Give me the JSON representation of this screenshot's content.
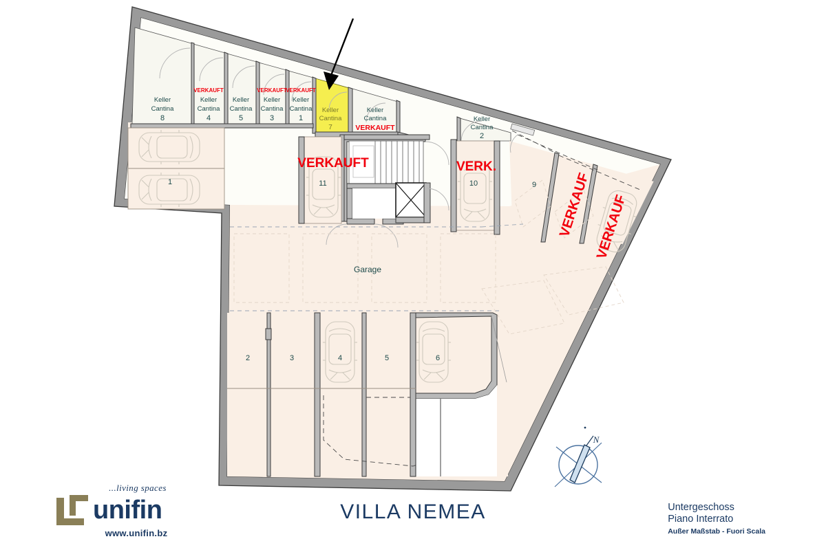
{
  "document": {
    "project_title": "VILLA NEMEA",
    "caption_line1": "Untergeschoss",
    "caption_line2": "Piano Interrato",
    "caption_line3": "Außer Maßstab - Fuori Scala",
    "garage_label": "Garage",
    "north_label": "N"
  },
  "branding": {
    "tagline": "...living spaces",
    "wordmark": "unifin",
    "url": "www.unifin.bz",
    "mark_color": "#8a7f57",
    "text_color": "#1b3a63"
  },
  "colors": {
    "sold_red": "#f2000c",
    "room_text": "#1d4a4a",
    "highlight_yellow": "#f5ee4f",
    "highlight_text": "#7b7a2a",
    "wall_fill": "#9a9a9a",
    "wall_stroke": "#3a3a3a",
    "cellar_floor": "#f7f7f0",
    "garage_floor": "#faefe5",
    "navy": "#1b3a63"
  },
  "status_labels": {
    "sold_full": "VERKAUFT",
    "sold_short": "VERK.",
    "sold_sale": "VERKAUF"
  },
  "cellars": [
    {
      "id": "cellar-8",
      "name_de": "Keller",
      "name_it": "Cantina",
      "number": "8",
      "sold": false,
      "highlighted": false
    },
    {
      "id": "cellar-4",
      "name_de": "Keller",
      "name_it": "Cantina",
      "number": "4",
      "sold": true,
      "highlighted": false
    },
    {
      "id": "cellar-5",
      "name_de": "Keller",
      "name_it": "Cantina",
      "number": "5",
      "sold": false,
      "highlighted": false
    },
    {
      "id": "cellar-3",
      "name_de": "Keller",
      "name_it": "Cantina",
      "number": "3",
      "sold": true,
      "highlighted": false
    },
    {
      "id": "cellar-1",
      "name_de": "Keller",
      "name_it": "Cantina",
      "number": "1",
      "sold": true,
      "highlighted": false
    },
    {
      "id": "cellar-7",
      "name_de": "Keller",
      "name_it": "Cantina",
      "number": "7",
      "sold": false,
      "highlighted": true
    },
    {
      "id": "cellar-6",
      "name_de": "Keller",
      "name_it": "Cantina",
      "number": "",
      "sold": true,
      "highlighted": false
    },
    {
      "id": "cellar-2",
      "name_de": "Keller",
      "name_it": "Cantina",
      "number": "2",
      "sold": false,
      "highlighted": false
    }
  ],
  "parking": [
    {
      "id": "stall-1",
      "number": "1",
      "status": "",
      "cars": 2
    },
    {
      "id": "stall-2",
      "number": "2",
      "status": "",
      "cars": 0
    },
    {
      "id": "stall-3",
      "number": "3",
      "status": "",
      "cars": 0
    },
    {
      "id": "stall-4",
      "number": "4",
      "status": "",
      "cars": 1
    },
    {
      "id": "stall-5",
      "number": "5",
      "status": "",
      "cars": 0
    },
    {
      "id": "stall-6",
      "number": "6",
      "status": "",
      "cars": 1
    },
    {
      "id": "stall-9",
      "number": "9",
      "status": "",
      "cars": 0
    },
    {
      "id": "stall-10",
      "number": "10",
      "status": "VERK.",
      "cars": 1
    },
    {
      "id": "stall-11",
      "number": "11",
      "status": "VERKAUFT",
      "cars": 1
    },
    {
      "id": "stall-a",
      "number": "",
      "status": "VERKAUF",
      "cars": 0
    },
    {
      "id": "stall-b",
      "number": "",
      "status": "VERKAUF",
      "cars": 1
    }
  ],
  "annotation": {
    "pointer_target": "cellar-7",
    "pointer_description": "arrow pointing to highlighted Keller Cantina 7"
  }
}
